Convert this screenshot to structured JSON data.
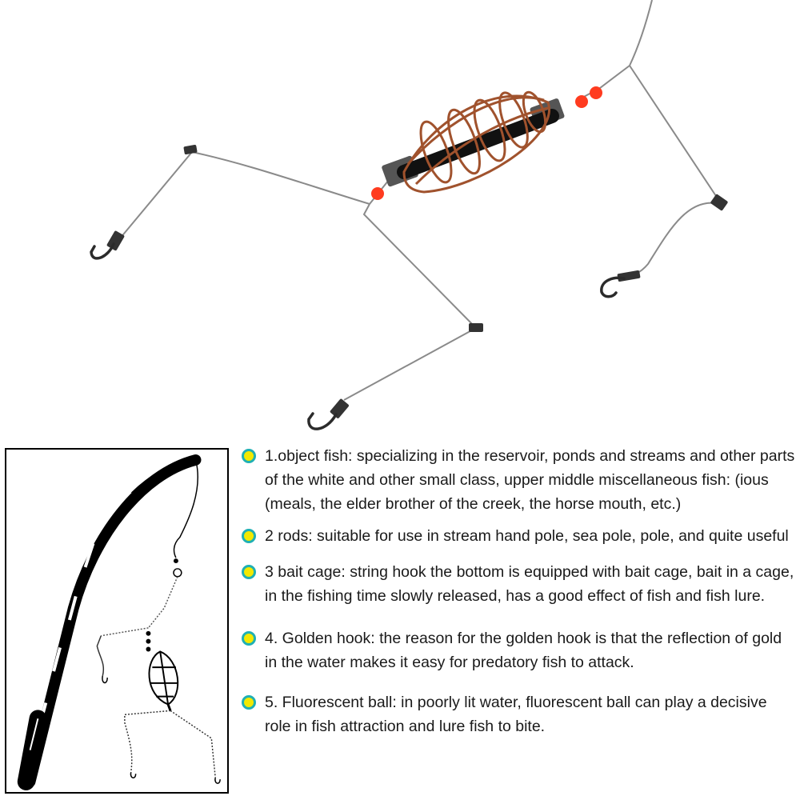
{
  "features": [
    {
      "icon": "bullet-dot-icon",
      "text": "1.object fish: specializing in the reservoir, ponds and streams and other parts of the white and other small class, upper middle miscellaneous fish: (ious (meals, the elder brother of the creek, the horse mouth, etc.)"
    },
    {
      "icon": "bullet-dot-icon",
      "text": "2 rods: suitable for use in stream hand pole, sea pole, pole, and quite useful"
    },
    {
      "icon": "bullet-dot-icon",
      "text": "3 bait cage: string hook the bottom is equipped with bait cage, bait in a cage, in the fishing time slowly released, has a good effect of fish and fish lure."
    },
    {
      "icon": "bullet-dot-icon",
      "text": "4. Golden hook: the reason for the golden hook is that the reflection of gold in the water makes it easy for predatory fish to attack."
    },
    {
      "icon": "bullet-dot-icon",
      "text": "5. Fluorescent ball: in poorly lit water, fluorescent ball can play a decisive role in fish attraction and lure fish to bite."
    }
  ],
  "colors": {
    "bullet_fill": "#f3e900",
    "bullet_ring": "#1fb0b4",
    "cage_copper": "#a0522d",
    "bead_red": "#ff3b1f",
    "wire": "#8a8a8a"
  }
}
